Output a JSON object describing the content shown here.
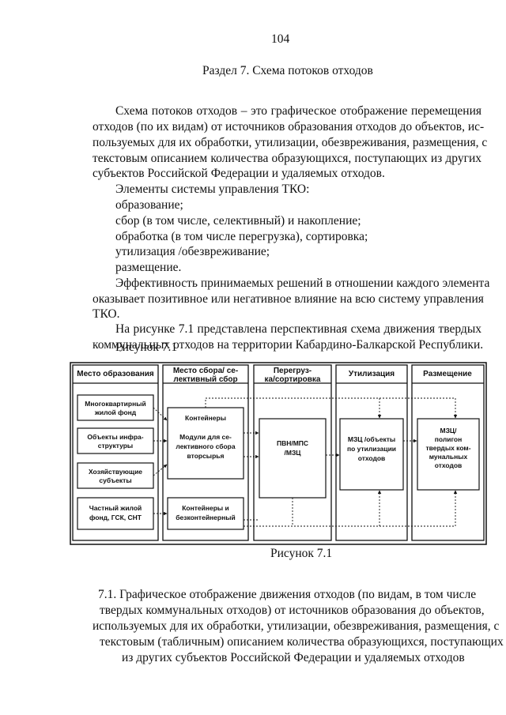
{
  "page_number": "104",
  "section_title": "Раздел 7. Схема потоков отходов",
  "intro_lines": [
    "Схема потоков отходов – это графическое отображение перемещения",
    "отходов (по их видам) от источников образования отходов до объектов, ис-",
    "пользуемых для их обработки, утилизации, обезвреживания, размещения, с",
    "текстовым описанием количества образующихся, поступающих из других",
    "субъектов Российской Федерации и удаляемых отходов."
  ],
  "elements_heading": "Элементы системы управления ТКО:",
  "elements": [
    "образование;",
    "сбор (в том числе, селективный) и накопление;",
    "обработка (в том числе перегрузка), сортировка;",
    "утилизация /обезвреживание;",
    "размещение."
  ],
  "effect_lines": [
    "Эффективность принимаемых решений в отношении каждого элемента",
    "оказывает позитивное или негативное влияние на всю систему управления",
    "ТКО."
  ],
  "figure_intro_lines": [
    "На рисунке 7.1 представлена перспективная схема движения твердых",
    "коммунальных отходов на территории Кабардино-Балкарской Республики."
  ],
  "figure_label_top": "Рисунок 7.1",
  "figure_caption": "Рисунок 7.1",
  "diagram": {
    "columns": [
      {
        "title_lines": [
          "Место образования"
        ]
      },
      {
        "title_lines": [
          "Место сбора/ се-",
          "лективный сбор"
        ]
      },
      {
        "title_lines": [
          "Перегруз-",
          "ка/сортировка"
        ]
      },
      {
        "title_lines": [
          "Утилизация"
        ]
      },
      {
        "title_lines": [
          "Размещение"
        ]
      }
    ],
    "sources": [
      {
        "lines": [
          "Многоквартирный",
          "жилой фонд"
        ]
      },
      {
        "lines": [
          "Объекты инфра-",
          "структуры"
        ]
      },
      {
        "lines": [
          "Хозяйствующие",
          "субъекты"
        ]
      },
      {
        "lines": [
          "Частный жилой",
          "фонд, ГСК, СНТ"
        ]
      }
    ],
    "collection_top": {
      "lines": [
        "Контейнеры",
        "",
        "Модули для се-",
        "лективного сбора",
        "вторсырья"
      ]
    },
    "collection_bottom": {
      "lines": [
        "Контейнеры и",
        "безконтейнерный"
      ]
    },
    "transfer": {
      "lines": [
        "ПВН/МПС",
        "/МЗЦ"
      ]
    },
    "utilization": {
      "lines": [
        "МЗЦ /объекты",
        "по утилизации",
        "отходов"
      ]
    },
    "disposal": {
      "lines": [
        "МЗЦ/",
        "полигон",
        "твердых ком-",
        "мунальных",
        "отходов"
      ]
    }
  },
  "subsection_lines": [
    "7.1. Графическое отображение движения отходов (по видам, в том числе",
    "твердых коммунальных отходов) от источников образования до объектов,",
    "используемых для их обработки, утилизации, обезвреживания, размещения, с",
    "текстовым (табличным) описанием количества образующихся, поступающих",
    "из других субъектов Российской Федерации и удаляемых отходов"
  ]
}
